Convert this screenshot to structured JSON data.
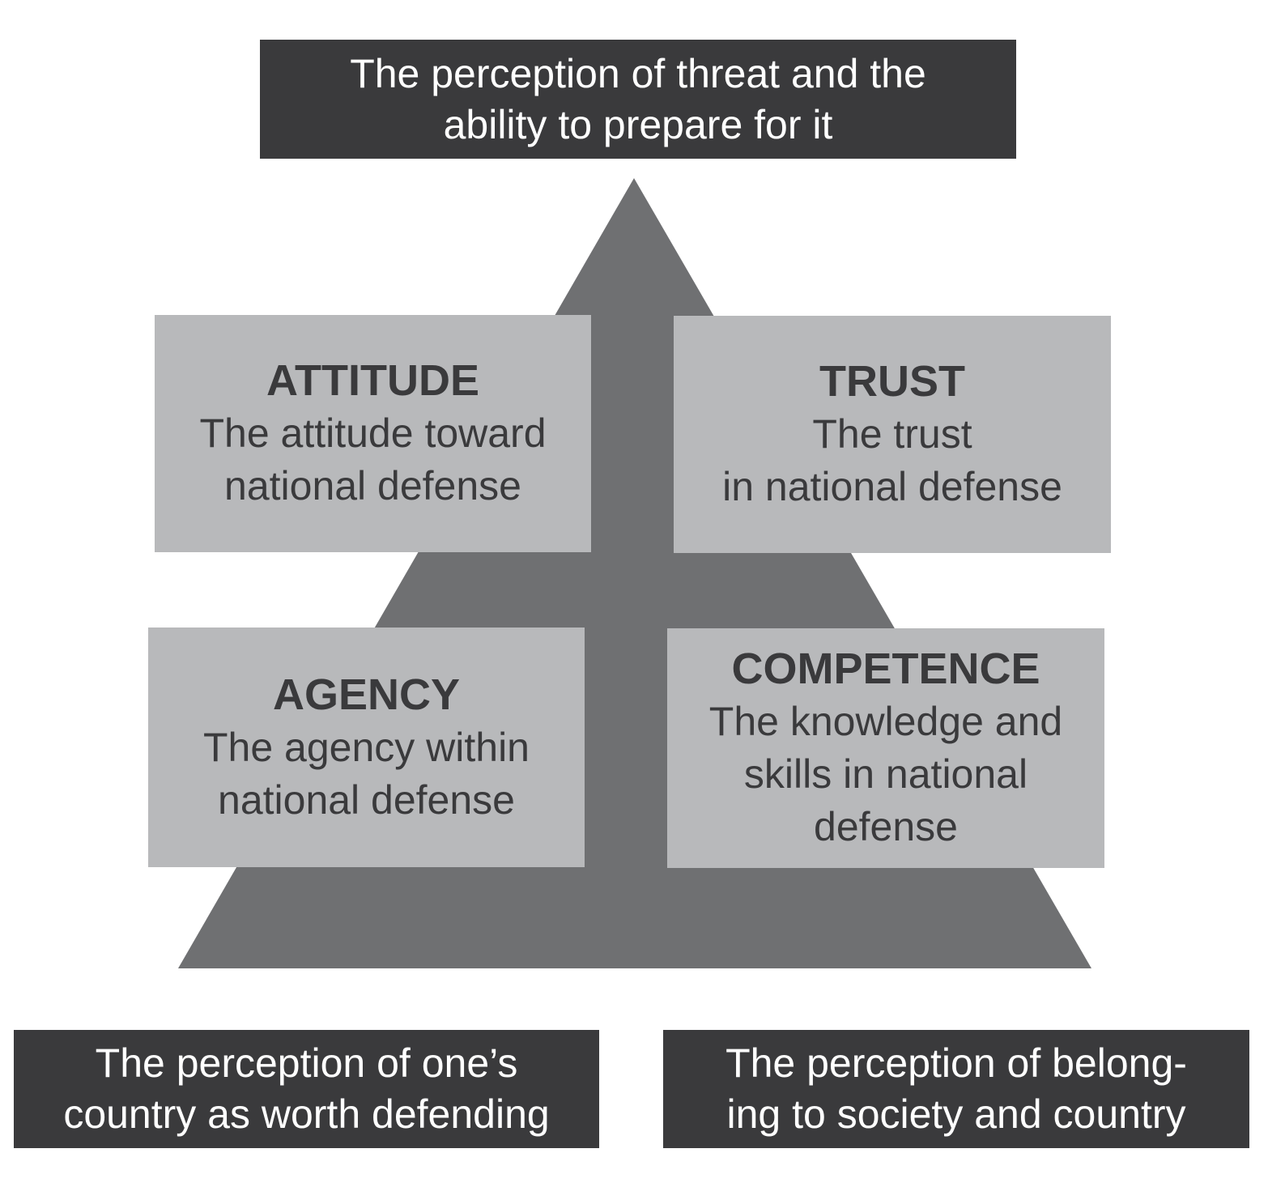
{
  "colors": {
    "dark_box": "#3a3a3c",
    "pyramid": "#6f7072",
    "light_box": "#b8b9bb",
    "text_dark": "#3a3a3c"
  },
  "top_box": {
    "lines": [
      "The perception of threat and the",
      "ability to prepare for it"
    ]
  },
  "boxes": {
    "attitude": {
      "title": "ATTITUDE",
      "lines": [
        "The attitude toward",
        "national defense"
      ]
    },
    "trust": {
      "title": "TRUST",
      "lines": [
        "The trust",
        "in national defense"
      ]
    },
    "agency": {
      "title": "AGENCY",
      "lines": [
        "The agency within",
        "national defense"
      ]
    },
    "competence": {
      "title": "COMPETENCE",
      "lines": [
        "The knowledge and",
        "skills in national",
        "defense"
      ]
    }
  },
  "bottom_left": {
    "lines": [
      "The perception of one’s",
      "country as worth defending"
    ]
  },
  "bottom_right": {
    "lines": [
      "The perception of belong-",
      "ing to society and country"
    ]
  }
}
